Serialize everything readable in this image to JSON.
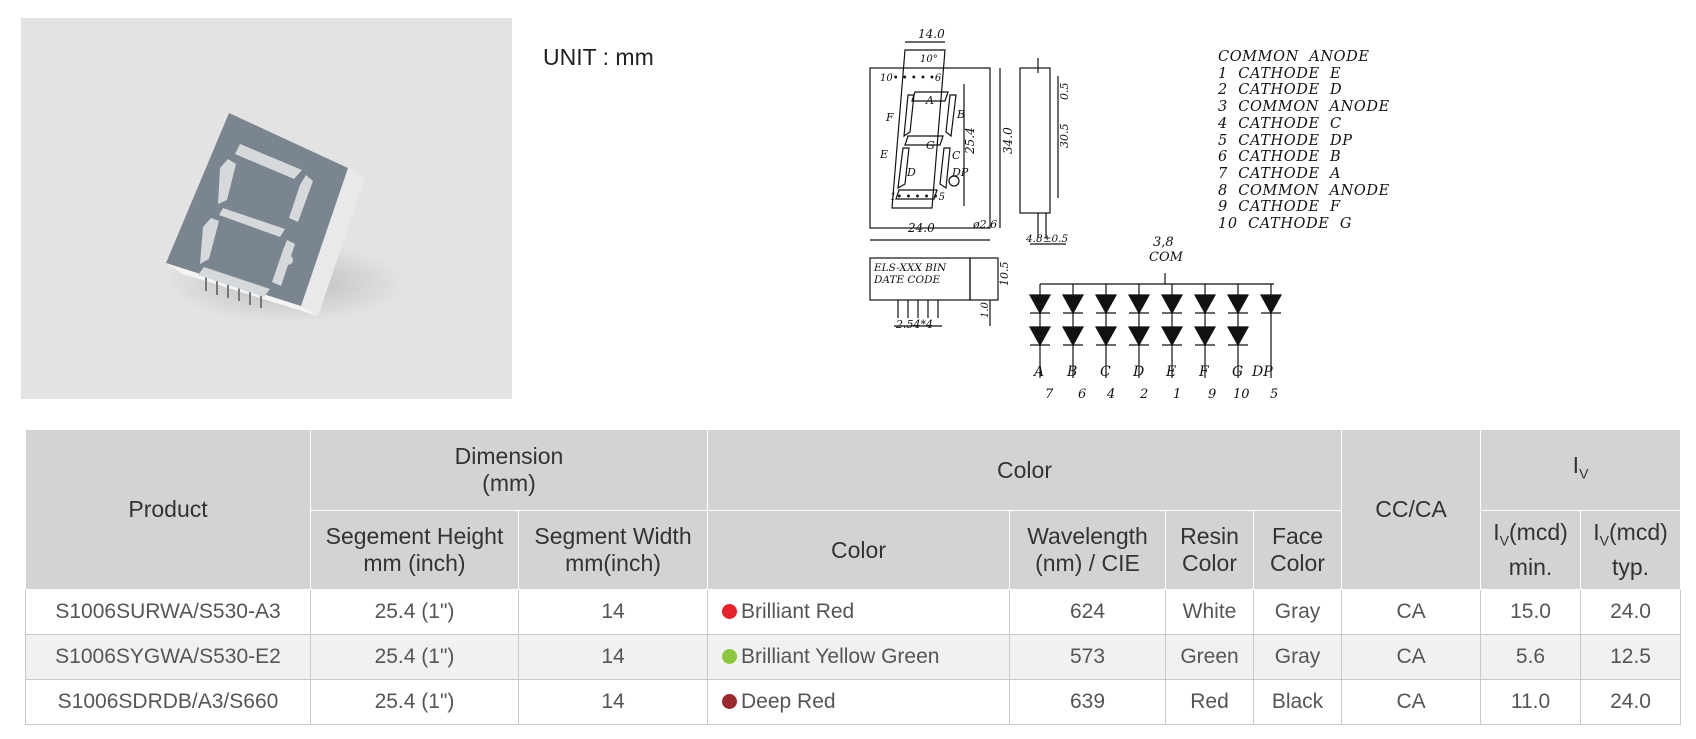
{
  "unit_label": "UNIT : mm",
  "drawing": {
    "dims": {
      "top_width": "14.0",
      "angle": "10°",
      "pins_top": "10• • • • •6",
      "pins_bottom": "1• • • • •5",
      "height_seg": "25.4",
      "height_total": "34.0",
      "width": "24.0",
      "hole": "ø2.6",
      "side_top": "0.5",
      "side_height": "30.5",
      "pin_len": "4.8±0.5",
      "label_line1": "ELS-XXX BIN",
      "label_line2": "DATE     CODE",
      "bottom_h": "10.5",
      "bottom_pin": "1.0",
      "pitch": "2.54*4"
    },
    "segments": [
      "A",
      "B",
      "C",
      "D",
      "E",
      "F",
      "G",
      "DP"
    ],
    "schematic": {
      "com_pins": "3,8",
      "com_label": "COM",
      "labels": [
        "A",
        "B",
        "C",
        "D",
        "E",
        "F",
        "G",
        "DP"
      ],
      "pins": [
        "7",
        "6",
        "4",
        "2",
        "1",
        "9",
        "10",
        "5"
      ]
    }
  },
  "pinout": [
    "COMMON  ANODE",
    "1  CATHODE  E",
    "2  CATHODE  D",
    "3  COMMON  ANODE",
    "4  CATHODE  C",
    "5  CATHODE  DP",
    "6  CATHODE  B",
    "7  CATHODE  A",
    "8  COMMON  ANODE",
    "9  CATHODE  F",
    "10  CATHODE  G"
  ],
  "table": {
    "headers": {
      "product": "Product",
      "dimension": "Dimension",
      "dimension_unit": "(mm)",
      "color_group": "Color",
      "seg_height": "Segement Height",
      "seg_height_unit": "mm (inch)",
      "seg_width": "Segment Width",
      "seg_width_unit": "mm(inch)",
      "color": "Color",
      "wavelength": "Wavelength",
      "wavelength_unit": "(nm) / CIE",
      "resin": "Resin",
      "resin2": "Color",
      "face": "Face",
      "face2": "Color",
      "cc_ca": "CC/CA",
      "iv": "I",
      "iv_sub": "V",
      "iv_min": "I",
      "iv_min_sub": "V",
      "iv_min_unit": "(mcd)",
      "iv_min_2": "min.",
      "iv_typ": "I",
      "iv_typ_sub": "V",
      "iv_typ_unit": "(mcd)",
      "iv_typ_2": "typ."
    },
    "rows": [
      {
        "product": "S1006SURWA/S530-A3",
        "height": "25.4 (1\")",
        "width": "14",
        "color": "Brilliant Red",
        "dot_color": "#e8222a",
        "wavelength": "624",
        "resin": "White",
        "face": "Gray",
        "cc_ca": "CA",
        "iv_min": "15.0",
        "iv_typ": "24.0"
      },
      {
        "product": "S1006SYGWA/S530-E2",
        "height": "25.4 (1\")",
        "width": "14",
        "color": "Brilliant Yellow Green",
        "dot_color": "#8dc63f",
        "wavelength": "573",
        "resin": "Green",
        "face": "Gray",
        "cc_ca": "CA",
        "iv_min": "5.6",
        "iv_typ": "12.5"
      },
      {
        "product": "S1006SDRDB/A3/S660",
        "height": "25.4 (1\")",
        "width": "14",
        "color": "Deep Red",
        "dot_color": "#9b2a30",
        "wavelength": "639",
        "resin": "Red",
        "face": "Black",
        "cc_ca": "CA",
        "iv_min": "11.0",
        "iv_typ": "24.0"
      }
    ]
  }
}
